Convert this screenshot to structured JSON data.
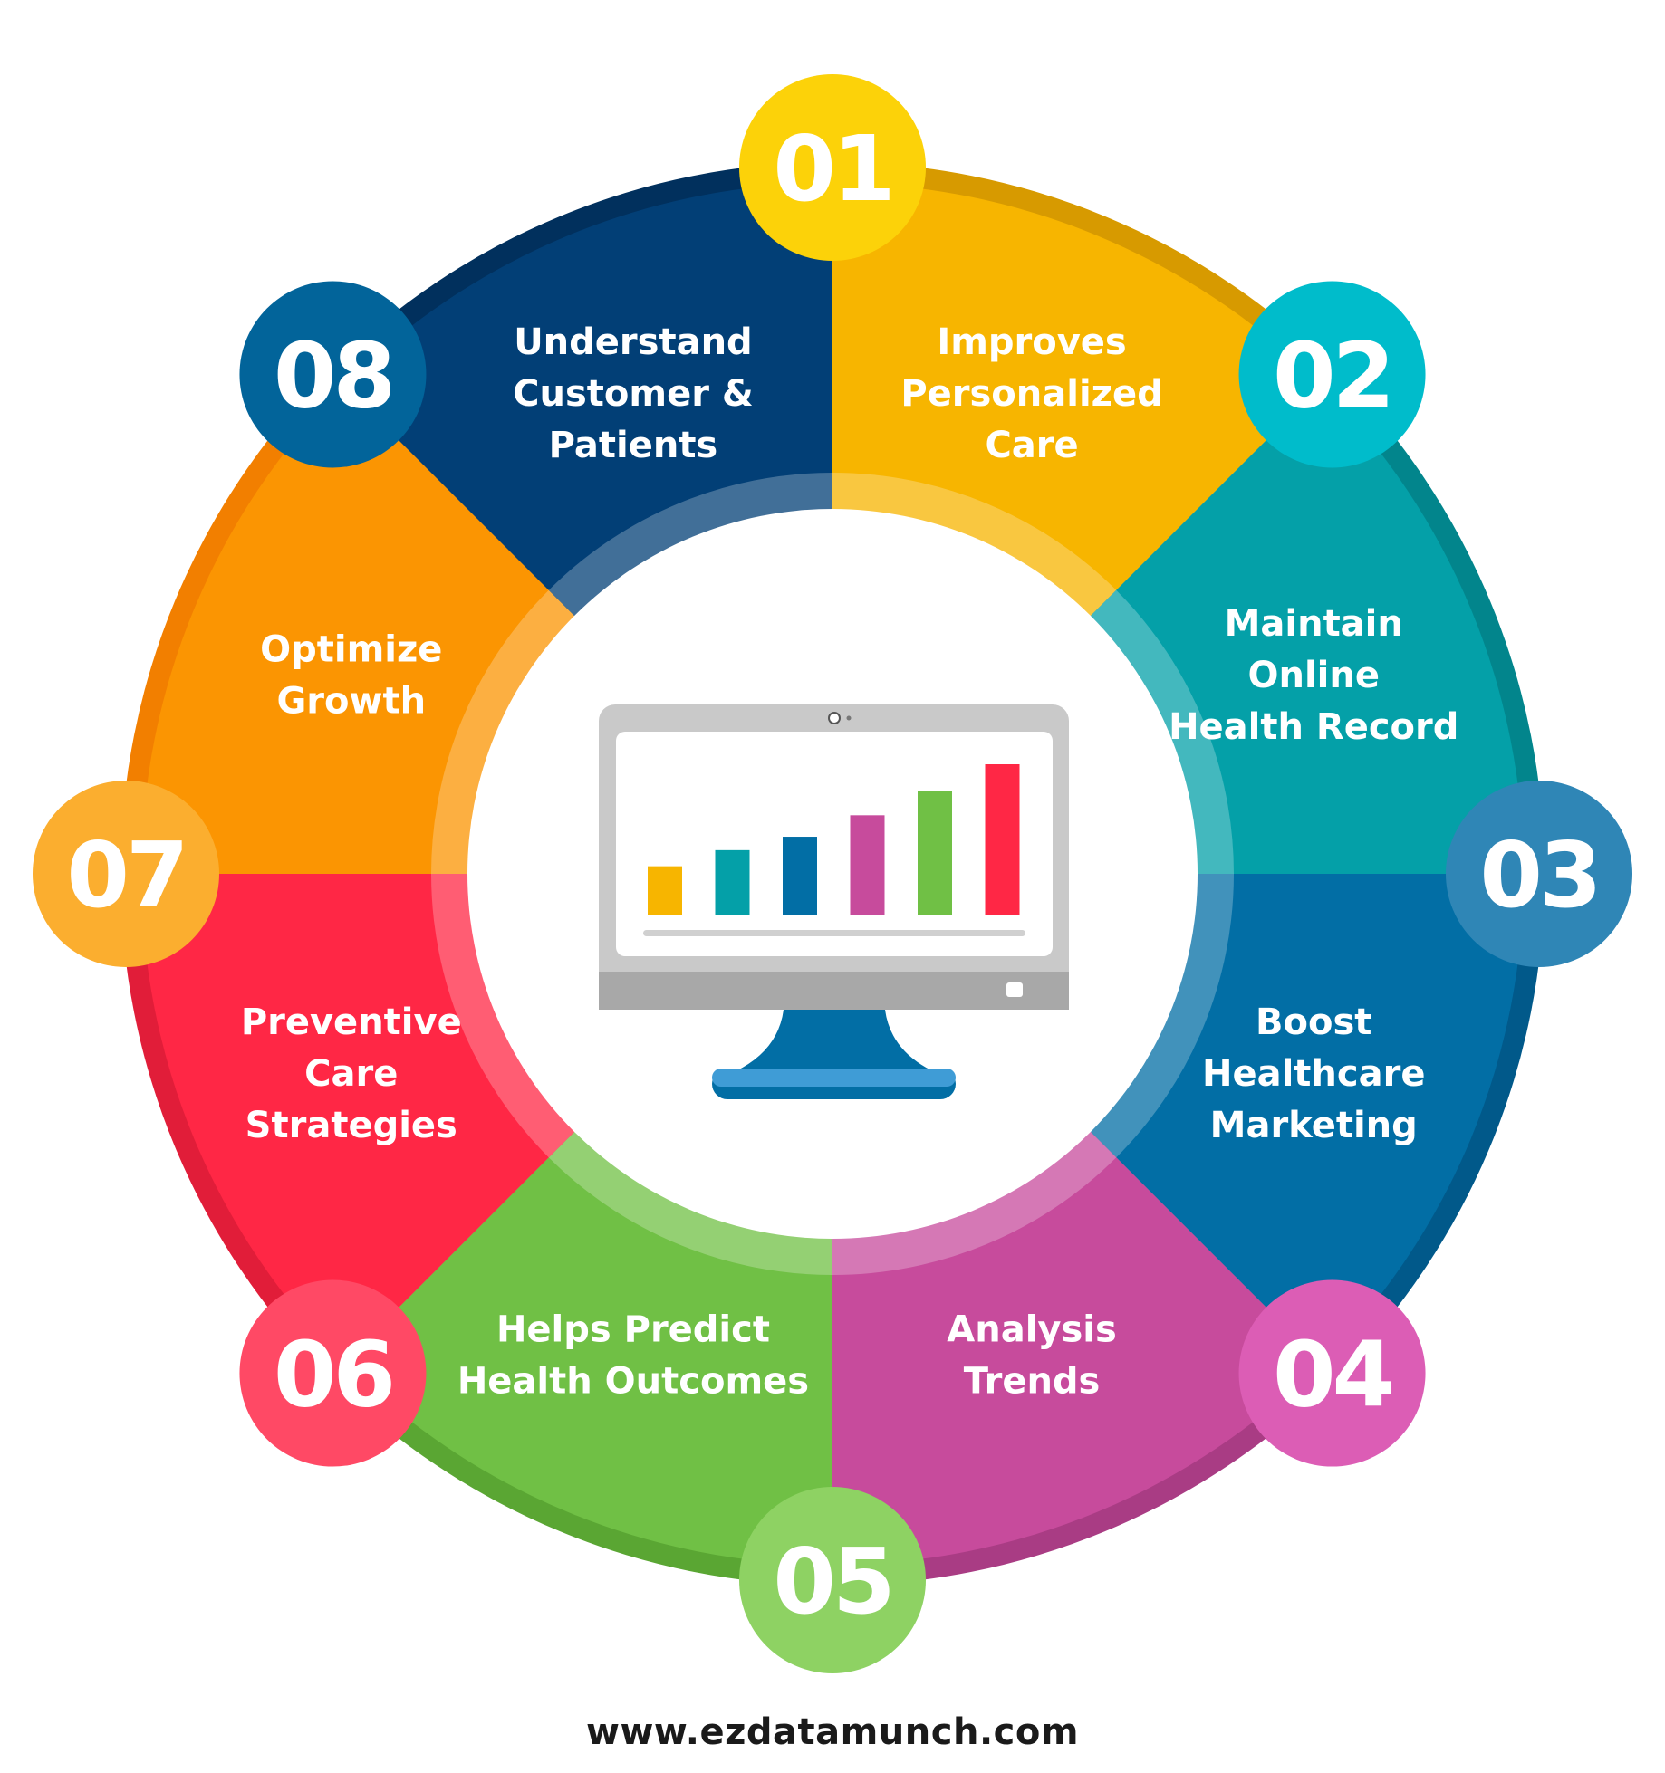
{
  "steps": [
    {
      "number": "01",
      "label_lines": [
        "Improves",
        "Personalized",
        "Care"
      ],
      "color": "#F7B500",
      "rim": "#D79A00",
      "badge": "#FCD209"
    },
    {
      "number": "02",
      "label_lines": [
        "Maintain",
        "Online",
        "Health Record"
      ],
      "color": "#04A0A8",
      "rim": "#02858C",
      "badge": "#00BCCB"
    },
    {
      "number": "03",
      "label_lines": [
        "Boost",
        "Healthcare",
        "Marketing"
      ],
      "color": "#026EA5",
      "rim": "#01598A",
      "badge": "#2F86B6"
    },
    {
      "number": "04",
      "label_lines": [
        "Analysis",
        "Trends"
      ],
      "color": "#C74B9C",
      "rim": "#A93C84",
      "badge": "#DC5DB5"
    },
    {
      "number": "05",
      "label_lines": [
        "Helps Predict",
        "Health Outcomes"
      ],
      "color": "#70C045",
      "rim": "#5AA633",
      "badge": "#8ED263"
    },
    {
      "number": "06",
      "label_lines": [
        "Preventive",
        "Care",
        "Strategies"
      ],
      "color": "#FF2745",
      "rim": "#E11D39",
      "badge": "#FF4965"
    },
    {
      "number": "07",
      "label_lines": [
        "Optimize",
        "Growth"
      ],
      "color": "#FB9502",
      "rim": "#F27F00",
      "badge": "#FBAE2F"
    },
    {
      "number": "08",
      "label_lines": [
        "Understand",
        "Customer &",
        "Patients"
      ],
      "color": "#023F76",
      "rim": "#01305D",
      "badge": "#02649A"
    }
  ],
  "monitor": {
    "bar_values": [
      18,
      24,
      29,
      37,
      46,
      56
    ],
    "bar_colors": [
      "#F7B500",
      "#04A0A8",
      "#026EA5",
      "#C74B9C",
      "#70C045",
      "#FF2745"
    ]
  },
  "footer": {
    "url": "www.ezdatamunch.com"
  }
}
